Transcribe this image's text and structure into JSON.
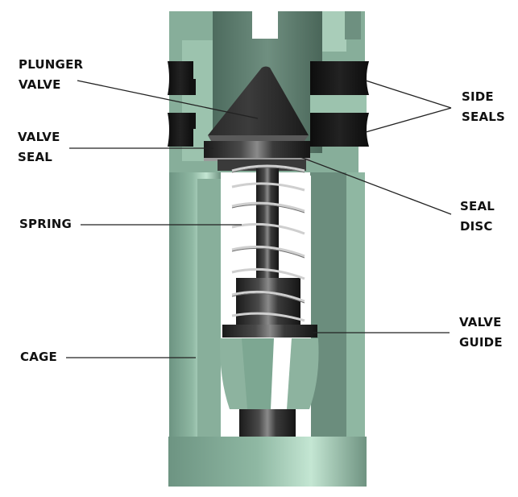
{
  "diagram": {
    "subject": "Plunger valve cutaway",
    "colors": {
      "body_green": "#7fa896",
      "body_green_light": "#a9cdb9",
      "body_green_dark": "#5e7f70",
      "highlight_green": "#c4e6d3",
      "rubber_black": "#151515",
      "metal_dark": "#2e2e2e",
      "leader_line": "#222222",
      "background": "#ffffff"
    }
  },
  "labels": {
    "plunger_valve": {
      "line1": "PLUNGER",
      "line2": "VALVE"
    },
    "valve_seal": {
      "line1": "VALVE",
      "line2": "SEAL"
    },
    "spring": {
      "line1": "SPRING"
    },
    "cage": {
      "line1": "CAGE"
    },
    "side_seals": {
      "line1": "SIDE",
      "line2": "SEALS"
    },
    "seal_disc": {
      "line1": "SEAL",
      "line2": "DISC"
    },
    "valve_guide": {
      "line1": "VALVE",
      "line2": "GUIDE"
    }
  }
}
